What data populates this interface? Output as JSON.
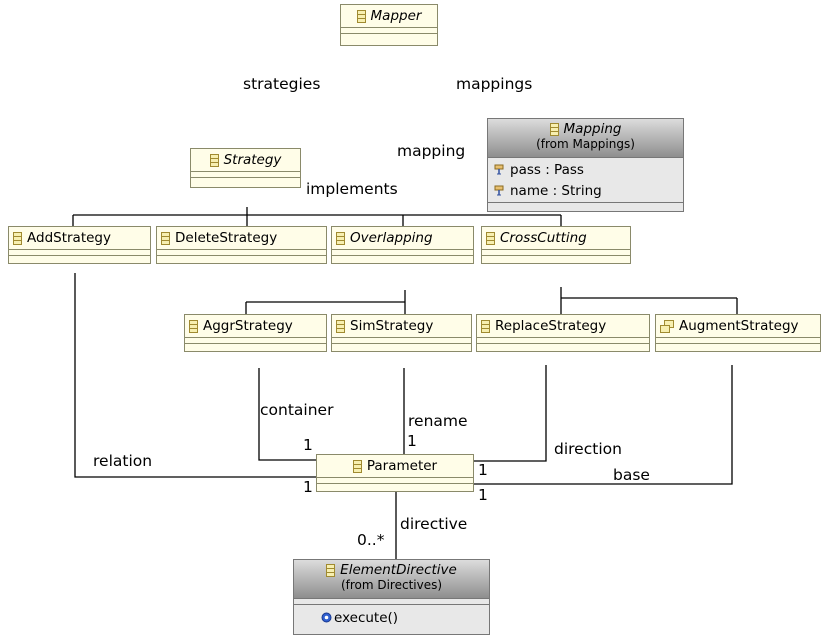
{
  "classes": {
    "mapper": {
      "name": "Mapper"
    },
    "strategy": {
      "name": "Strategy"
    },
    "mapping": {
      "name": "Mapping",
      "from": "(from Mappings)",
      "attributes": [
        "pass : Pass",
        "name : String"
      ]
    },
    "add_strategy": {
      "name": "AddStrategy"
    },
    "delete_strategy": {
      "name": "DeleteStrategy"
    },
    "overlapping": {
      "name": "Overlapping"
    },
    "cross_cutting": {
      "name": "CrossCutting"
    },
    "aggr_strategy": {
      "name": "AggrStrategy"
    },
    "sim_strategy": {
      "name": "SimStrategy"
    },
    "replace_strategy": {
      "name": "ReplaceStrategy"
    },
    "augment_strategy": {
      "name": "AugmentStrategy"
    },
    "parameter": {
      "name": "Parameter"
    },
    "element_directive": {
      "name": "ElementDirective",
      "from": "(from Directives)",
      "operations": [
        "execute()"
      ]
    }
  },
  "labels": {
    "strategies": "strategies",
    "mappings": "mappings",
    "mapping": "mapping",
    "implements": "implements",
    "container": "container",
    "rename": "rename",
    "relation": "relation",
    "direction": "direction",
    "base": "base",
    "directive": "directive",
    "mult_container": "1",
    "mult_rename": "1",
    "mult_relation": "1",
    "mult_direction": "1",
    "mult_base": "1",
    "mult_directive": "0..*"
  },
  "colors": {
    "class_fill": "#fffde8",
    "class_border": "#8a8a6a",
    "external_header": "#8e8e8e"
  }
}
